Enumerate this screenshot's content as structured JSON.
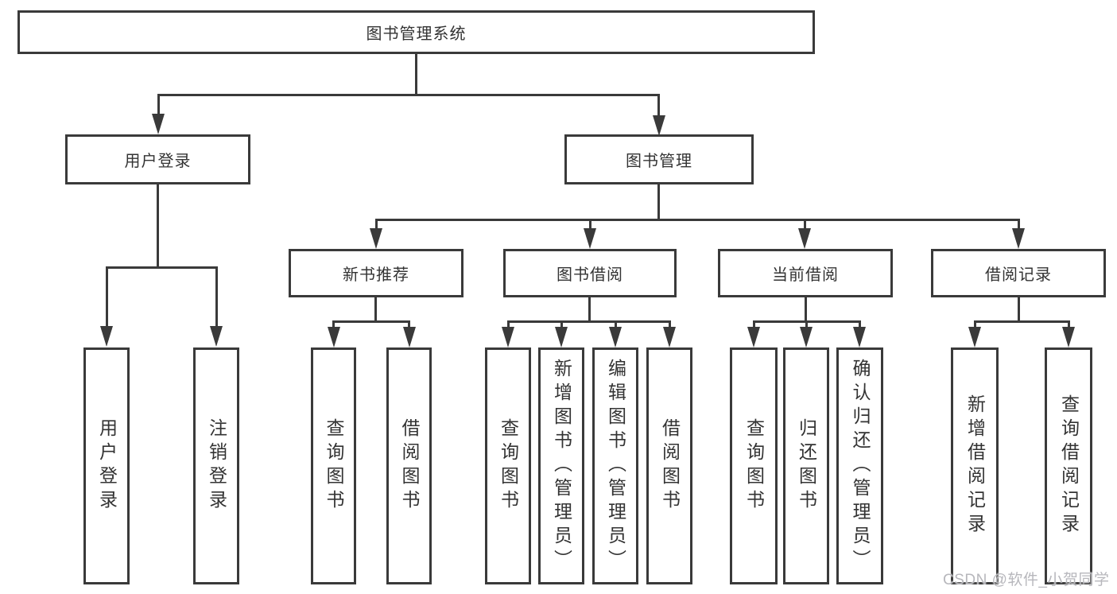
{
  "diagram_title": "图书管理系统",
  "colors": {
    "line_color": "#3a3a3a",
    "text_color": "#333333",
    "watermark_color": "#b7b7bc"
  },
  "nodes": {
    "root": "图书管理系统",
    "user_login": "用户登录",
    "book_mgmt": "图书管理",
    "new_books": "新书推荐",
    "book_borrow": "图书借阅",
    "current_borrow": "当前借阅",
    "borrow_records": "借阅记录",
    "leaf_user_login": "用户登录",
    "leaf_logout": "注销登录",
    "nb_query": "查询图书",
    "nb_borrow": "借阅图书",
    "bw_query": "查询图书",
    "bw_add": "新增图书（管理员）",
    "bw_edit": "编辑图书（管理员）",
    "bw_borrow": "借阅图书",
    "cur_query": "查询图书",
    "cur_return": "归还图书",
    "cur_confirm": "确认归还（管理员）",
    "rec_add": "新增借阅记录",
    "rec_query": "查询借阅记录"
  },
  "hierarchy": {
    "root": [
      "user_login",
      "book_mgmt"
    ],
    "user_login": [
      "leaf_user_login",
      "leaf_logout"
    ],
    "book_mgmt": [
      "new_books",
      "book_borrow",
      "current_borrow",
      "borrow_records"
    ],
    "new_books": [
      "nb_query",
      "nb_borrow"
    ],
    "book_borrow": [
      "bw_query",
      "bw_add",
      "bw_edit",
      "bw_borrow"
    ],
    "current_borrow": [
      "cur_query",
      "cur_return",
      "cur_confirm"
    ],
    "borrow_records": [
      "rec_add",
      "rec_query"
    ]
  },
  "watermark": "CSDN @软件_小贺同学"
}
